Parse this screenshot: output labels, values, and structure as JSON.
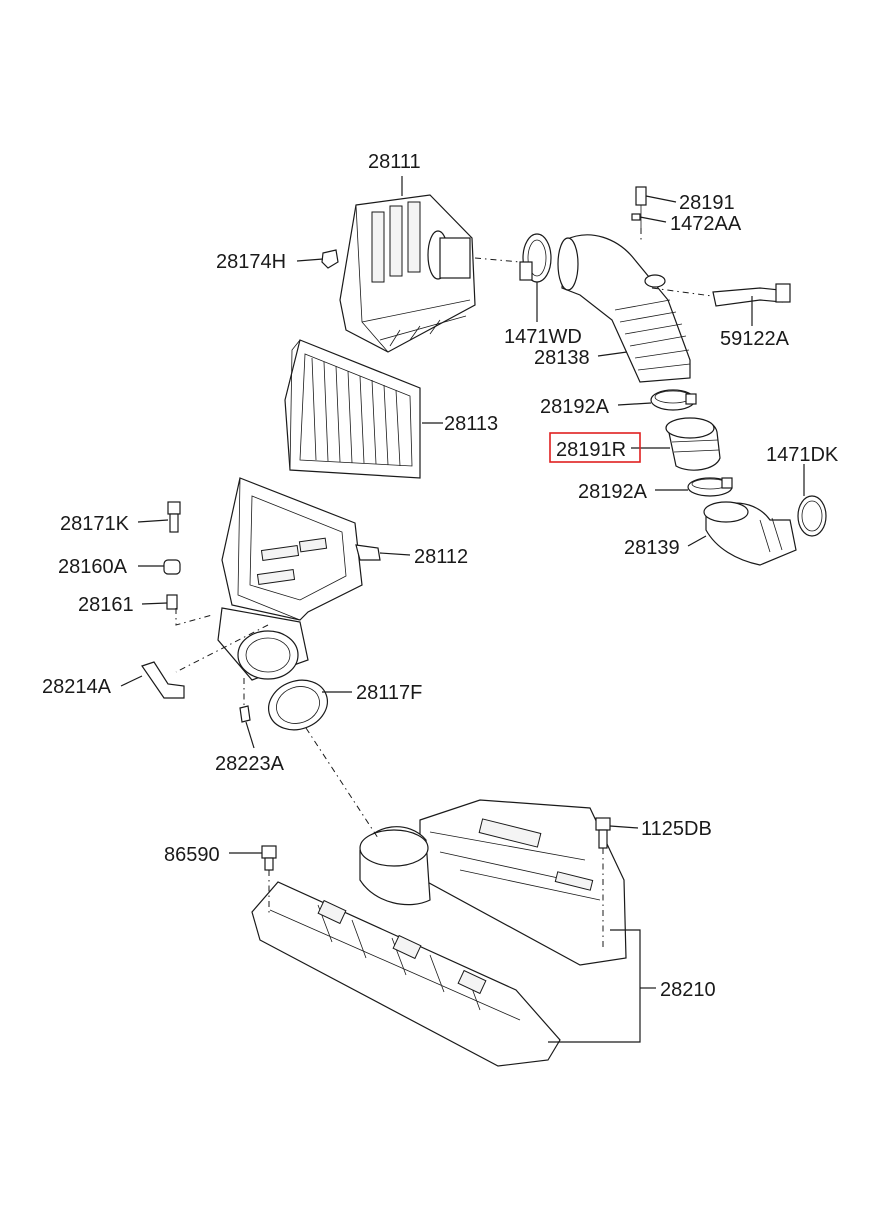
{
  "labels": {
    "p28111": "28111",
    "p28174H": "28174H",
    "p1471WD": "1471WD",
    "p28191": "28191",
    "p1472AA": "1472AA",
    "p59122A": "59122A",
    "p28138": "28138",
    "p28113": "28113",
    "p28192A_top": "28192A",
    "p28191R": "28191R",
    "p1471DK": "1471DK",
    "p28192A_bottom": "28192A",
    "p28139": "28139",
    "p28171K": "28171K",
    "p28112": "28112",
    "p28160A": "28160A",
    "p28161": "28161",
    "p28214A": "28214A",
    "p28117F": "28117F",
    "p28223A": "28223A",
    "p1125DB": "1125DB",
    "p86590": "86590",
    "p28210": "28210"
  },
  "highlighted_part": "28191R",
  "colors": {
    "highlight": "#e02020",
    "line": "#1a1a1a"
  }
}
